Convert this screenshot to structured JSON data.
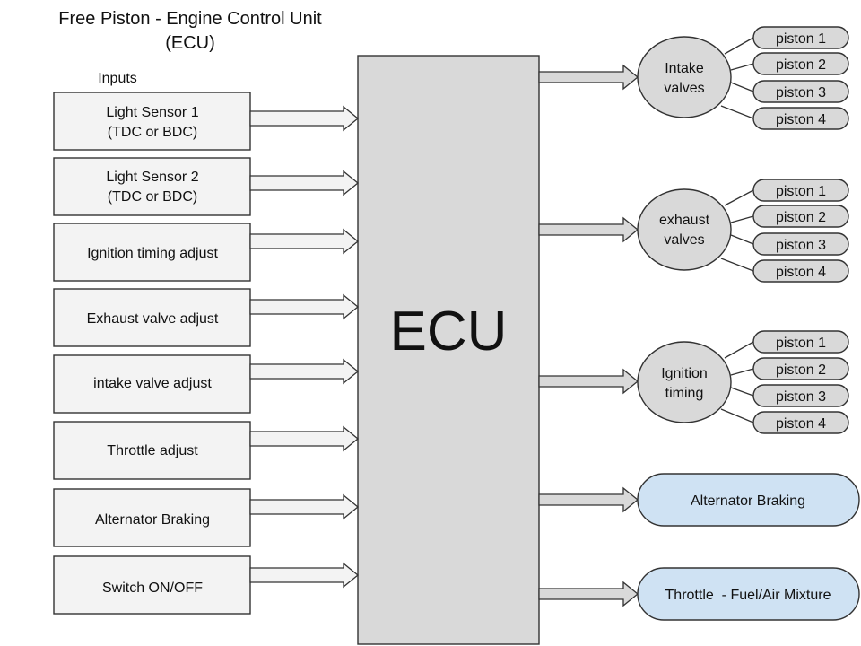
{
  "title": {
    "line1": "Free Piston - Engine Control Unit",
    "line2": "(ECU)"
  },
  "inputs_heading": "Inputs",
  "ecu_label": "ECU",
  "inputs": [
    {
      "line1": "Light Sensor 1",
      "line2": "(TDC or BDC)"
    },
    {
      "line1": "Light Sensor 2",
      "line2": "(TDC or BDC)"
    },
    {
      "line1": "Ignition timing adjust",
      "line2": ""
    },
    {
      "line1": "Exhaust valve adjust",
      "line2": ""
    },
    {
      "line1": "intake valve adjust",
      "line2": ""
    },
    {
      "line1": "Throttle adjust",
      "line2": ""
    },
    {
      "line1": "Alternator Braking",
      "line2": ""
    },
    {
      "line1": "Switch ON/OFF",
      "line2": ""
    }
  ],
  "output_groups": [
    {
      "line1": "Intake",
      "line2": "valves",
      "pistons": [
        "piston 1",
        "piston 2",
        "piston 3",
        "piston 4"
      ]
    },
    {
      "line1": "exhaust",
      "line2": "valves",
      "pistons": [
        "piston 1",
        "piston 2",
        "piston 3",
        "piston 4"
      ]
    },
    {
      "line1": "Ignition",
      "line2": "timing",
      "pistons": [
        "piston 1",
        "piston 2",
        "piston 3",
        "piston 4"
      ]
    }
  ],
  "outputs_simple": [
    "Alternator Braking",
    "Throttle  - Fuel/Air Mixture"
  ],
  "colors": {
    "input_fill": "#f3f3f3",
    "ecu_fill": "#d9d9d9",
    "output_blue": "#cfe2f3",
    "stroke": "#333333"
  }
}
